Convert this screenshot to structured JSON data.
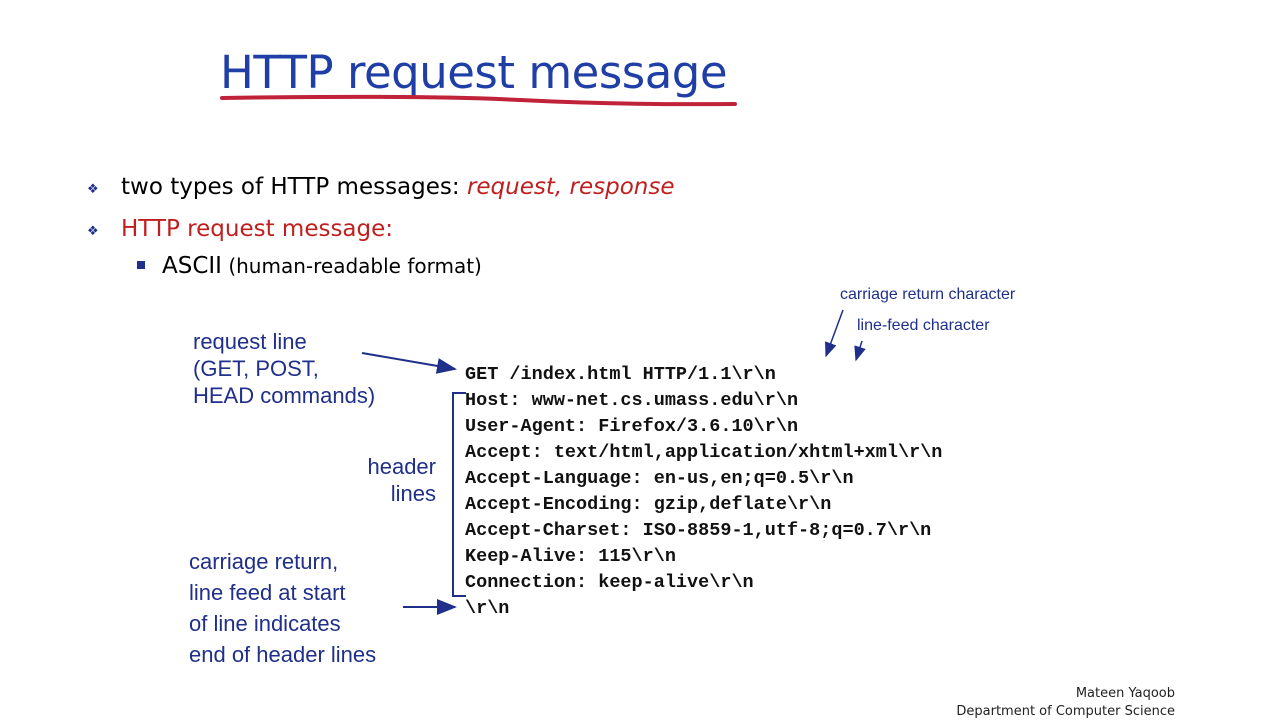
{
  "title": "HTTP request message",
  "bullets": [
    {
      "prefix": "two types of HTTP messages: ",
      "accent": "request, response"
    },
    {
      "label": "HTTP request message:"
    }
  ],
  "sub_bullet": {
    "main": "ASCII",
    "rest": " (human-readable format)"
  },
  "annotations": {
    "request_line": [
      "request line",
      "(GET, POST,",
      "HEAD commands)"
    ],
    "header_lines": [
      "header",
      "lines"
    ],
    "cr_lf": [
      "carriage return,",
      "line feed at start",
      "of line indicates",
      "end of header lines"
    ],
    "carriage_return_char": "carriage return character",
    "line_feed_char": "line-feed character"
  },
  "code_lines": [
    "GET /index.html HTTP/1.1\\r\\n",
    "Host: www-net.cs.umass.edu\\r\\n",
    "User-Agent: Firefox/3.6.10\\r\\n",
    "Accept: text/html,application/xhtml+xml\\r\\n",
    "Accept-Language: en-us,en;q=0.5\\r\\n",
    "Accept-Encoding: gzip,deflate\\r\\n",
    "Accept-Charset: ISO-8859-1,utf-8;q=0.7\\r\\n",
    "Keep-Alive: 115\\r\\n",
    "Connection: keep-alive\\r\\n",
    "\\r\\n"
  ],
  "footer": {
    "author": "Mateen Yaqoob",
    "dept": "Department of Computer Science"
  },
  "colors": {
    "title": "#1f3fa6",
    "accent": "#c01f1f",
    "annotation": "#1f2f8a",
    "underline": "#c0223a"
  }
}
